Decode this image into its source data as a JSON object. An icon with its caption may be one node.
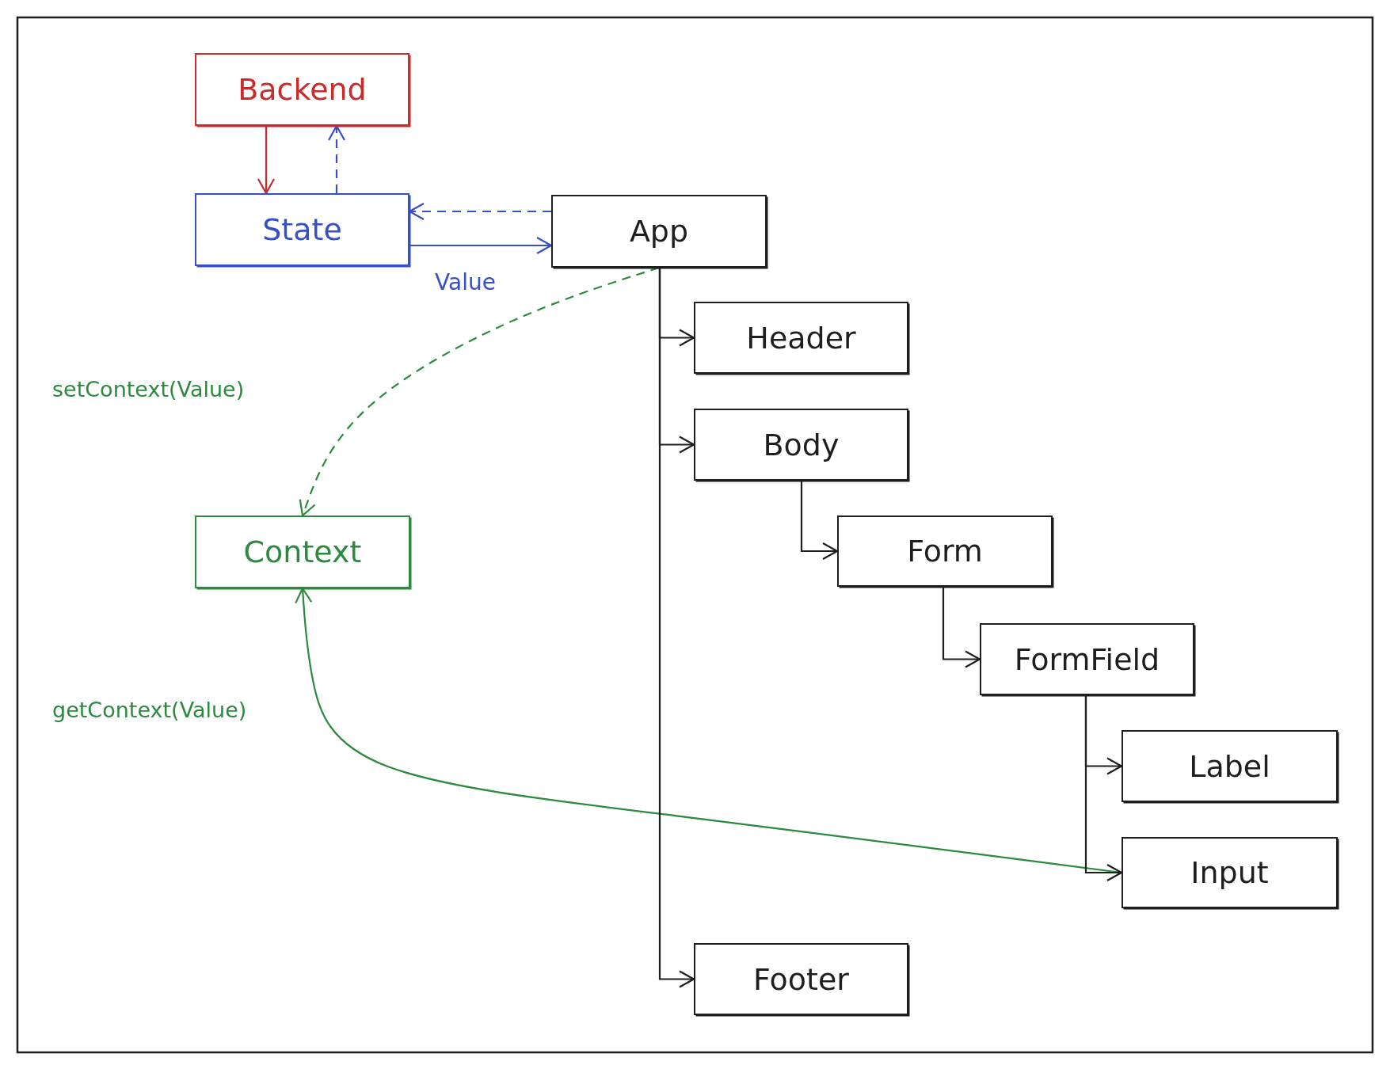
{
  "diagram": {
    "nodes": [
      {
        "text": [
          "Backend"
        ]
      },
      {
        "text": [
          "State"
        ]
      },
      {
        "text": [
          "App"
        ]
      },
      {
        "text": [
          "Header"
        ]
      },
      {
        "text": [
          "Body"
        ]
      },
      {
        "text": [
          "Form"
        ]
      },
      {
        "text": [
          "FormField"
        ]
      },
      {
        "text": [
          "Label"
        ]
      },
      {
        "text": [
          "Input"
        ]
      },
      {
        "text": [
          "Footer"
        ]
      },
      {
        "text": [
          "Context"
        ]
      }
    ],
    "edges": [
      {
        "from": 0,
        "to": 1,
        "arrow": "to",
        "color": "#c92a2a"
      },
      {
        "from": 1,
        "to": 0,
        "arrow": "to",
        "style": "dashed",
        "color": "#364fc7"
      },
      {
        "from": 2,
        "to": 1,
        "arrow": "to",
        "style": "dashed",
        "color": "#364fc7"
      },
      {
        "from": 1,
        "to": 2,
        "arrow": "to",
        "label": "Value",
        "color": "#364fc7"
      },
      {
        "from": 2,
        "to": 10,
        "arrow": "to",
        "style": "dashed",
        "color": "#2b8a3e"
      },
      {
        "from": 8,
        "to": 10,
        "arrow": "to",
        "color": "#2b8a3e"
      },
      {
        "from": 2,
        "to": 3,
        "arrow": "to"
      },
      {
        "from": 2,
        "to": 4,
        "arrow": "to"
      },
      {
        "from": 2,
        "to": 9,
        "arrow": "to"
      },
      {
        "from": 4,
        "to": 5,
        "arrow": "to"
      },
      {
        "from": 5,
        "to": 6,
        "arrow": "to"
      },
      {
        "from": 6,
        "to": 7,
        "arrow": "to"
      },
      {
        "from": 6,
        "to": 8,
        "arrow": "to"
      }
    ],
    "labels": [
      "setContext(Value)",
      "getContext(Value)"
    ]
  }
}
